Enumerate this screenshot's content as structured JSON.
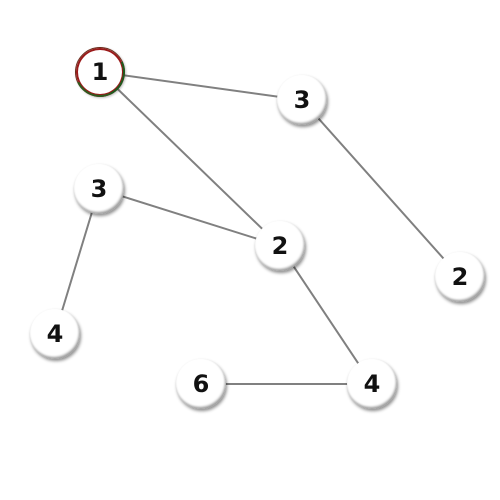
{
  "puzzle": {
    "edge_color": "#808080",
    "selected_ring_colors": [
      "#9a1a1a",
      "#1e5a1e"
    ],
    "nodes": [
      {
        "id": "n1",
        "label": "1",
        "selected": true
      },
      {
        "id": "n2",
        "label": "3",
        "selected": false
      },
      {
        "id": "n3",
        "label": "3",
        "selected": false
      },
      {
        "id": "n4",
        "label": "2",
        "selected": false
      },
      {
        "id": "n5",
        "label": "2",
        "selected": false
      },
      {
        "id": "n6",
        "label": "4",
        "selected": false
      },
      {
        "id": "n7",
        "label": "6",
        "selected": false
      },
      {
        "id": "n8",
        "label": "4",
        "selected": false
      }
    ],
    "edges": [
      [
        "n1",
        "n2"
      ],
      [
        "n1",
        "n4"
      ],
      [
        "n2",
        "n5"
      ],
      [
        "n3",
        "n4"
      ],
      [
        "n3",
        "n6"
      ],
      [
        "n4",
        "n8"
      ],
      [
        "n7",
        "n8"
      ]
    ]
  }
}
